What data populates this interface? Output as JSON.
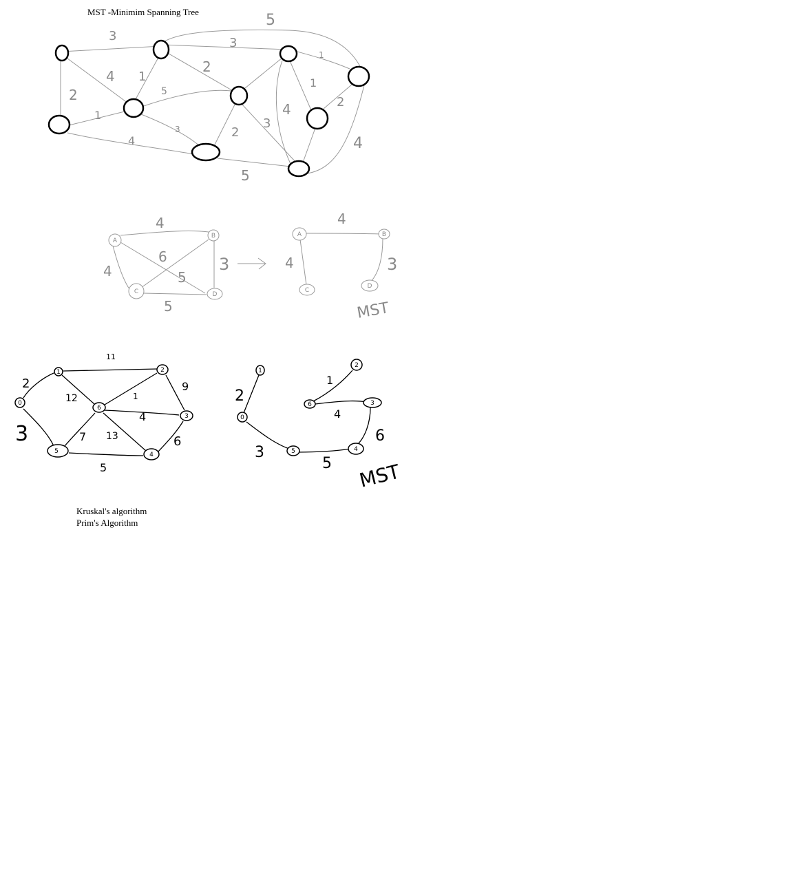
{
  "title": "MST -Minimim Spanning Tree",
  "algorithms": [
    "Kruskal's algorithm",
    "Prim's Algorithm"
  ],
  "graph1": {
    "edge_weights": [
      "3",
      "5",
      "3",
      "1",
      "4",
      "1",
      "2",
      "2",
      "5",
      "1",
      "1",
      "2",
      "4",
      "3",
      "2",
      "3",
      "4",
      "4",
      "5"
    ]
  },
  "graph2": {
    "vertices": [
      "A",
      "B",
      "C",
      "D"
    ],
    "edge_weights": [
      "4",
      "4",
      "6",
      "3",
      "5",
      "5"
    ],
    "mst": {
      "vertices": [
        "A",
        "B",
        "C",
        "D"
      ],
      "edge_weights": [
        "4",
        "4",
        "3"
      ],
      "label": "MST"
    }
  },
  "graph3": {
    "vertices": [
      "0",
      "1",
      "2",
      "3",
      "4",
      "5",
      "6"
    ],
    "edge_weights": [
      "11",
      "2",
      "3",
      "12",
      "1",
      "9",
      "4",
      "7",
      "13",
      "6",
      "5"
    ],
    "mst": {
      "vertices": [
        "0",
        "1",
        "2",
        "3",
        "4",
        "5",
        "6"
      ],
      "edge_weights": [
        "2",
        "1",
        "4",
        "6",
        "3",
        "5"
      ],
      "label": "MST"
    }
  }
}
